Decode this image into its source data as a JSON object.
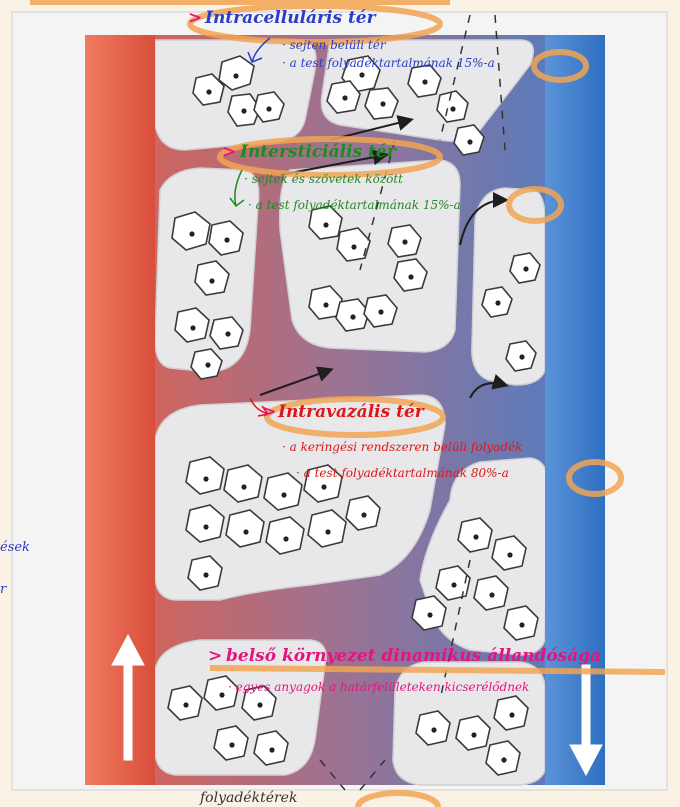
{
  "colors": {
    "page_bg": "#fbf2e6",
    "artery": "#e8604a",
    "vein": "#3f7fc6",
    "tissue": "#e9e9ea",
    "highlight": "#f1a453",
    "blue_text": "#2b3cc7",
    "green_text": "#1f8a22",
    "red_text": "#e01616",
    "magenta_text": "#e4147f"
  },
  "annotations": {
    "intracellular": {
      "title": "Intracelluláris tér",
      "bullets": [
        "sejten belüli tér",
        "a test folyadéktartalmának 15%-a"
      ]
    },
    "interstitial": {
      "title": "Intersticiális tér",
      "bullets": [
        "sejtek és szövetek között",
        "a test folyadéktartalmának 15%-a"
      ]
    },
    "intravascular": {
      "title": "Intravazális tér",
      "bullets": [
        "a keringési rendszeren belüli folyadék",
        "a test folyadéktartalmának 80%-a"
      ]
    },
    "homeostasis": {
      "title": "belső környezet dinamikus állandósága",
      "bullets": [
        "egyes anyagok a határfelületeken kicserélődnek"
      ]
    }
  },
  "side_fragments": [
    "ések",
    "r"
  ],
  "bottom_fragment": "folyadéktérek"
}
